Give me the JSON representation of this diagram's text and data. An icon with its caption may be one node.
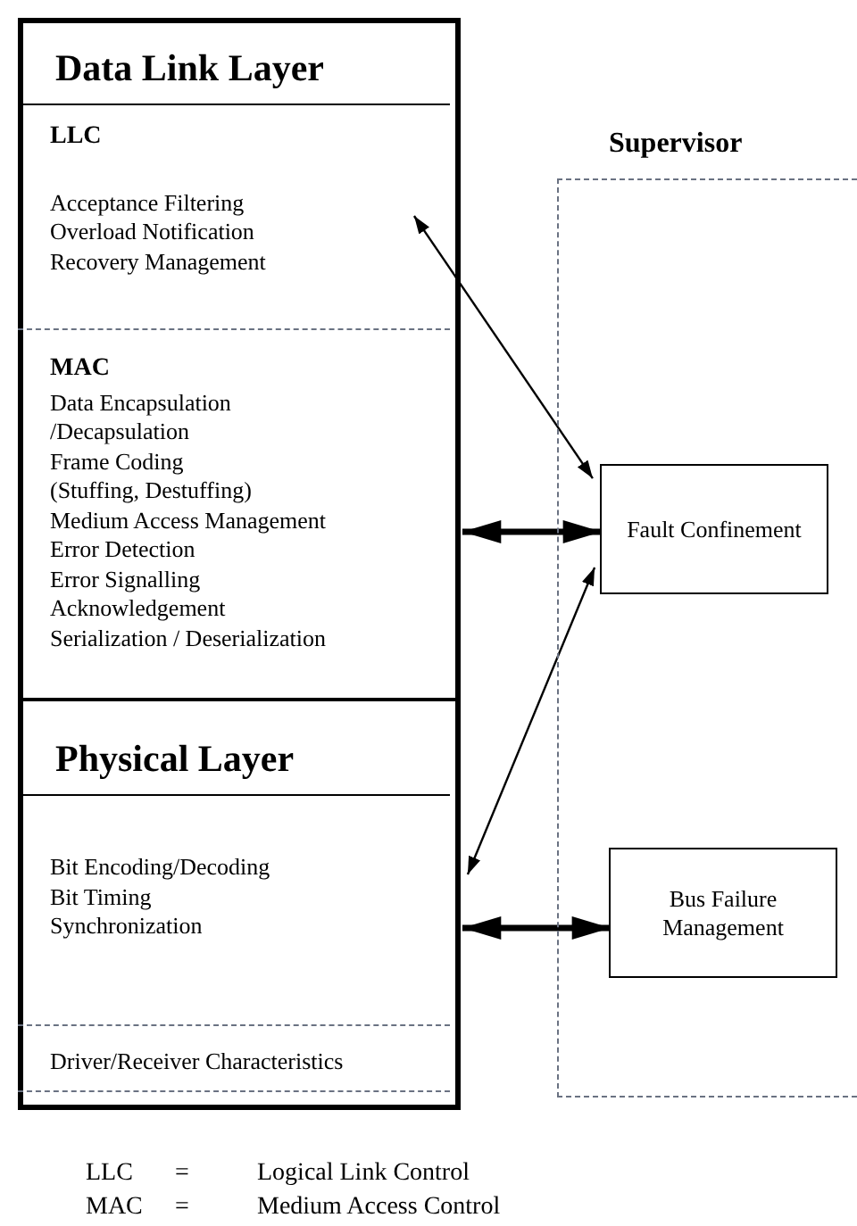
{
  "diagram": {
    "nodes": [
      {
        "text": [
          "Data Link Layer"
        ]
      },
      {
        "text": [
          "LLC",
          "Acceptance Filtering",
          "Overload Notification",
          "Recovery Management"
        ],
        "in": 0
      },
      {
        "text": [
          "MAC",
          "Data Encapsulation /Decapsulation",
          "Frame Coding (Stuffing, Destuffing)",
          "Medium Access Management",
          "Error Detection",
          "Error Signalling",
          "Acknowledgement",
          "Serialization / Deserialization"
        ],
        "in": 0
      },
      {
        "text": [
          "Physical Layer"
        ]
      },
      {
        "text": [
          "Bit Encoding/Decoding",
          "Bit Timing",
          "Synchronization"
        ],
        "in": 3
      },
      {
        "text": [
          "Driver/Receiver Characteristics"
        ],
        "in": 3
      },
      {
        "text": [
          "Supervisor"
        ]
      },
      {
        "text": [
          "Fault Confinement"
        ],
        "in": 6
      },
      {
        "text": [
          "Bus Failure Management"
        ],
        "in": 6
      }
    ],
    "edges": [
      {
        "from": 1,
        "to": 7,
        "arrow": "both"
      },
      {
        "from": 2,
        "to": 7,
        "arrow": "both",
        "style": "thick"
      },
      {
        "from": 4,
        "to": 7,
        "arrow": "both"
      },
      {
        "from": 4,
        "to": 8,
        "arrow": "both",
        "style": "thick"
      }
    ],
    "labels": [
      "LLC",
      "=",
      "Logical Link Control",
      "MAC",
      "=",
      "Medium Access Control"
    ]
  }
}
